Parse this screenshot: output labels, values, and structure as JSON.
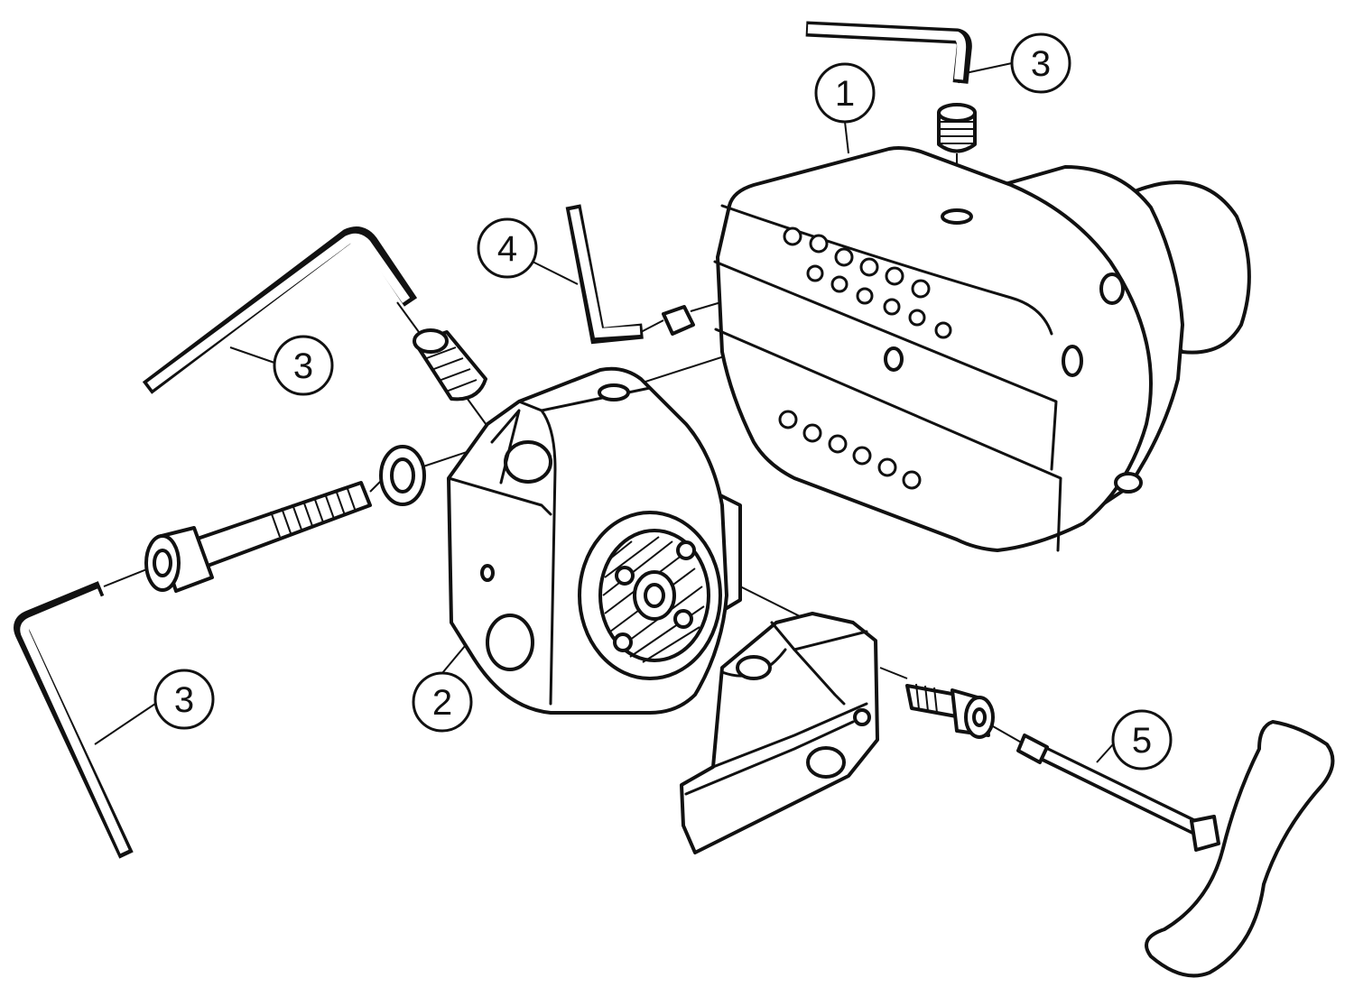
{
  "callouts": {
    "holder": "1",
    "block": "2",
    "key_top": "3",
    "key_left": "3",
    "key_bottom_left": "3",
    "key_small": "4",
    "t_wrench": "5"
  }
}
